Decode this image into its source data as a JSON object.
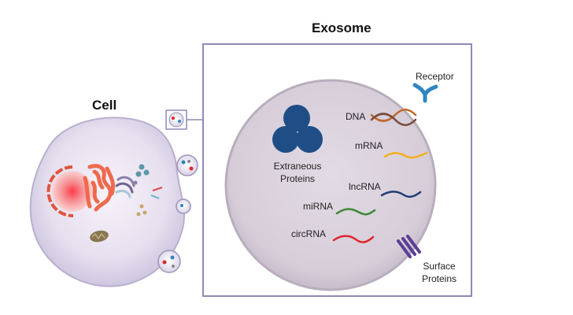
{
  "titles": {
    "cell": "Cell",
    "exosome": "Exosome"
  },
  "labels": {
    "receptor": "Receptor",
    "dna": "DNA",
    "mrna": "mRNA",
    "lncrna": "lncRNA",
    "mirna": "miRNA",
    "circrna": "circRNA",
    "extraneous_proteins_line1": "Extraneous",
    "extraneous_proteins_line2": "Proteins",
    "surface_proteins_line1": "Surface",
    "surface_proteins_line2": "Proteins"
  },
  "colors": {
    "frame": "#8f89b8",
    "exosome_fill": "#dcd4de",
    "protein_blue": "#1f4e86",
    "receptor": "#2e86c1",
    "dna_strand_a": "#c0692c",
    "dna_strand_b": "#7a4a3a",
    "mrna": "#f2b01e",
    "lncrna": "#1f3c73",
    "mirna": "#3d8a35",
    "circrna": "#e0262b",
    "surface_protein": "#5c3f95",
    "nucleus": "#f0a0a0",
    "er": "#e8624a"
  }
}
